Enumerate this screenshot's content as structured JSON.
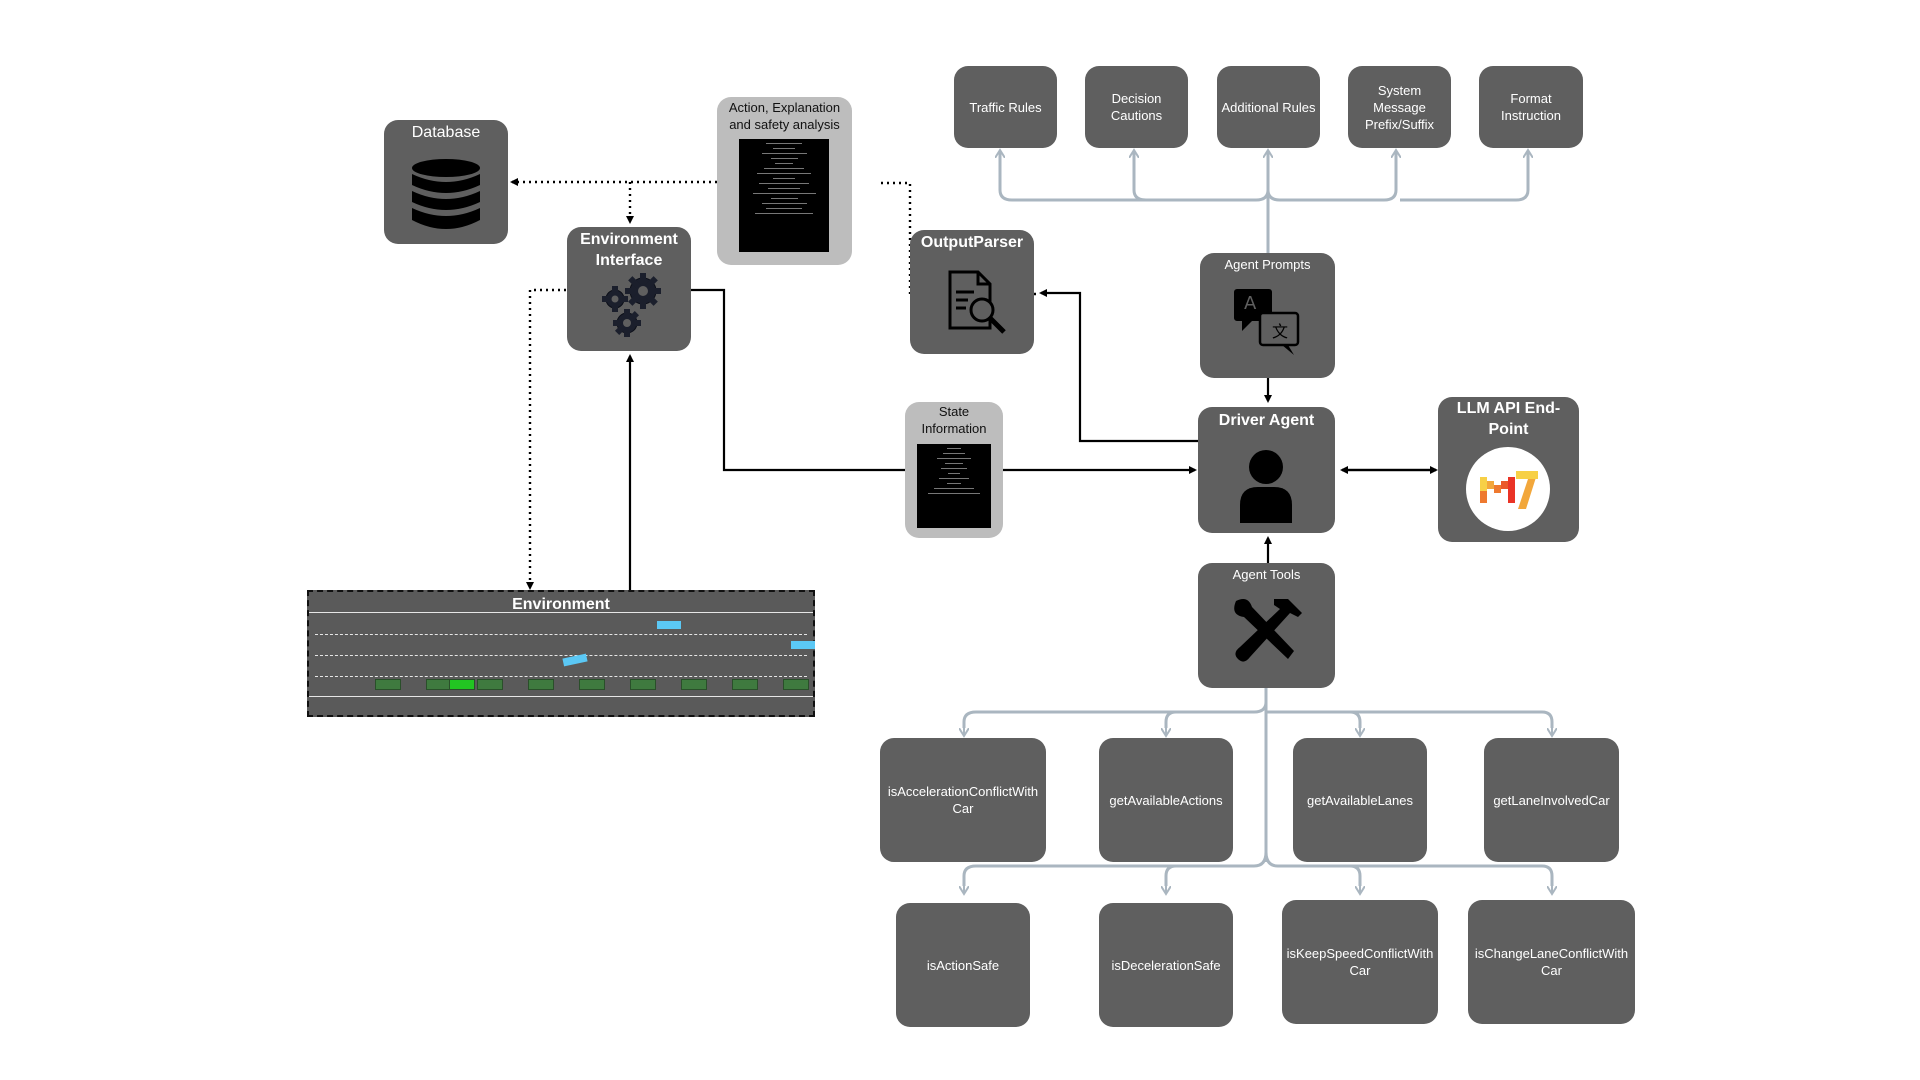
{
  "prompts": {
    "traffic_rules": "Traffic Rules",
    "decision_cautions": "Decision Cautions",
    "additional_rules": "Additional Rules",
    "system_message": "System Message Prefix/Suffix",
    "format_instruction": "Format Instruction"
  },
  "nodes": {
    "database": "Database",
    "environment_interface": "Environment Interface",
    "action_note": "Action, Explanation and safety  analysis",
    "output_parser": "OutputParser",
    "agent_prompts": "Agent Prompts",
    "state_information": "State Information",
    "driver_agent": "Driver Agent",
    "llm_endpoint": "LLM API End-Point",
    "agent_tools": "Agent Tools",
    "environment": "Environment"
  },
  "tools": {
    "row1": [
      "isAccelerationConflictWith Car",
      "getAvailableActions",
      "getAvailableLanes",
      "getLaneInvolvedCar"
    ],
    "row2": [
      "isActionSafe",
      "isDecelerationSafe",
      "isKeepSpeedConflictWith Car",
      "isChangeLaneConflictWith Car"
    ]
  },
  "colors": {
    "node_fill": "#5f5f5f",
    "note_fill": "#bdbdbd",
    "tree_line": "#aab6c0",
    "arrow": "#000000",
    "npc_car": "#5bc8f5",
    "ego_car": "#22c522",
    "road": "#5a5a5a"
  },
  "icons": {
    "database": "database-icon",
    "environment_interface": "gears-icon",
    "output_parser": "document-search-icon",
    "agent_prompts": "translate-chat-icon",
    "driver_agent": "person-icon",
    "llm_endpoint": "mistral-logo-icon",
    "agent_tools": "tools-icon"
  }
}
